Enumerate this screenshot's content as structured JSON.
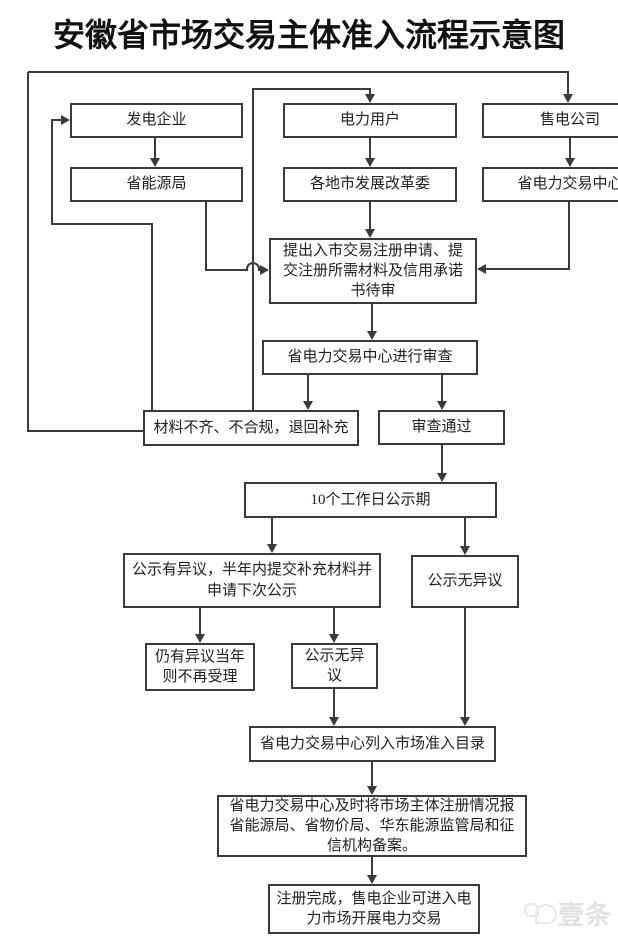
{
  "title": "安徽省市场交易主体准入流程示意图",
  "colors": {
    "line": "#3a3a3a",
    "text": "#1f1f1f",
    "background": "#ffffff",
    "watermark": "#e2e2e2"
  },
  "watermark": {
    "text": "壹条"
  },
  "flowchart": {
    "nodes": {
      "gen": {
        "label": "发电企业"
      },
      "user": {
        "label": "电力用户"
      },
      "retail": {
        "label": "售电公司"
      },
      "energy": {
        "label": "省能源局"
      },
      "devreform": {
        "label": "各地市发展改革委"
      },
      "center": {
        "label": "省电力交易中心"
      },
      "apply": {
        "label": "提出入市交易注册申请、提交注册所需材料及信用承诺书待审"
      },
      "review": {
        "label": "省电力交易中心进行审查"
      },
      "incomplete": {
        "label": "材料不齐、不合规，退回补充"
      },
      "pass": {
        "label": "审查通过"
      },
      "publicity": {
        "label": "10个工作日公示期"
      },
      "objection": {
        "label": "公示有异议，半年内提交补充材料并申请下次公示"
      },
      "noobjr": {
        "label": "公示无异议"
      },
      "still": {
        "label": "仍有异议当年则不再受理"
      },
      "noobjm": {
        "label": "公示无异议"
      },
      "catalog": {
        "label": "省电力交易中心列入市场准入目录"
      },
      "filing": {
        "label": "省电力交易中心及时将市场主体注册情况报省能源局、省物价局、华东能源监管局和征信机构备案。"
      },
      "complete": {
        "label": "注册完成，售电企业可进入电力市场开展电力交易"
      }
    },
    "edges": [
      {
        "from": "gen",
        "to": "energy"
      },
      {
        "from": "user",
        "to": "devreform"
      },
      {
        "from": "retail",
        "to": "center"
      },
      {
        "from": "energy",
        "to": "apply"
      },
      {
        "from": "devreform",
        "to": "apply"
      },
      {
        "from": "center",
        "to": "apply"
      },
      {
        "from": "apply",
        "to": "review"
      },
      {
        "from": "review",
        "to": "incomplete"
      },
      {
        "from": "review",
        "to": "pass"
      },
      {
        "from": "incomplete",
        "to": "gen"
      },
      {
        "from": "incomplete",
        "to": "user"
      },
      {
        "from": "incomplete",
        "to": "retail"
      },
      {
        "from": "pass",
        "to": "publicity"
      },
      {
        "from": "publicity",
        "to": "objection"
      },
      {
        "from": "publicity",
        "to": "noobjr"
      },
      {
        "from": "objection",
        "to": "still"
      },
      {
        "from": "objection",
        "to": "noobjm"
      },
      {
        "from": "noobjm",
        "to": "catalog"
      },
      {
        "from": "noobjr",
        "to": "catalog"
      },
      {
        "from": "catalog",
        "to": "filing"
      },
      {
        "from": "filing",
        "to": "complete"
      }
    ]
  }
}
